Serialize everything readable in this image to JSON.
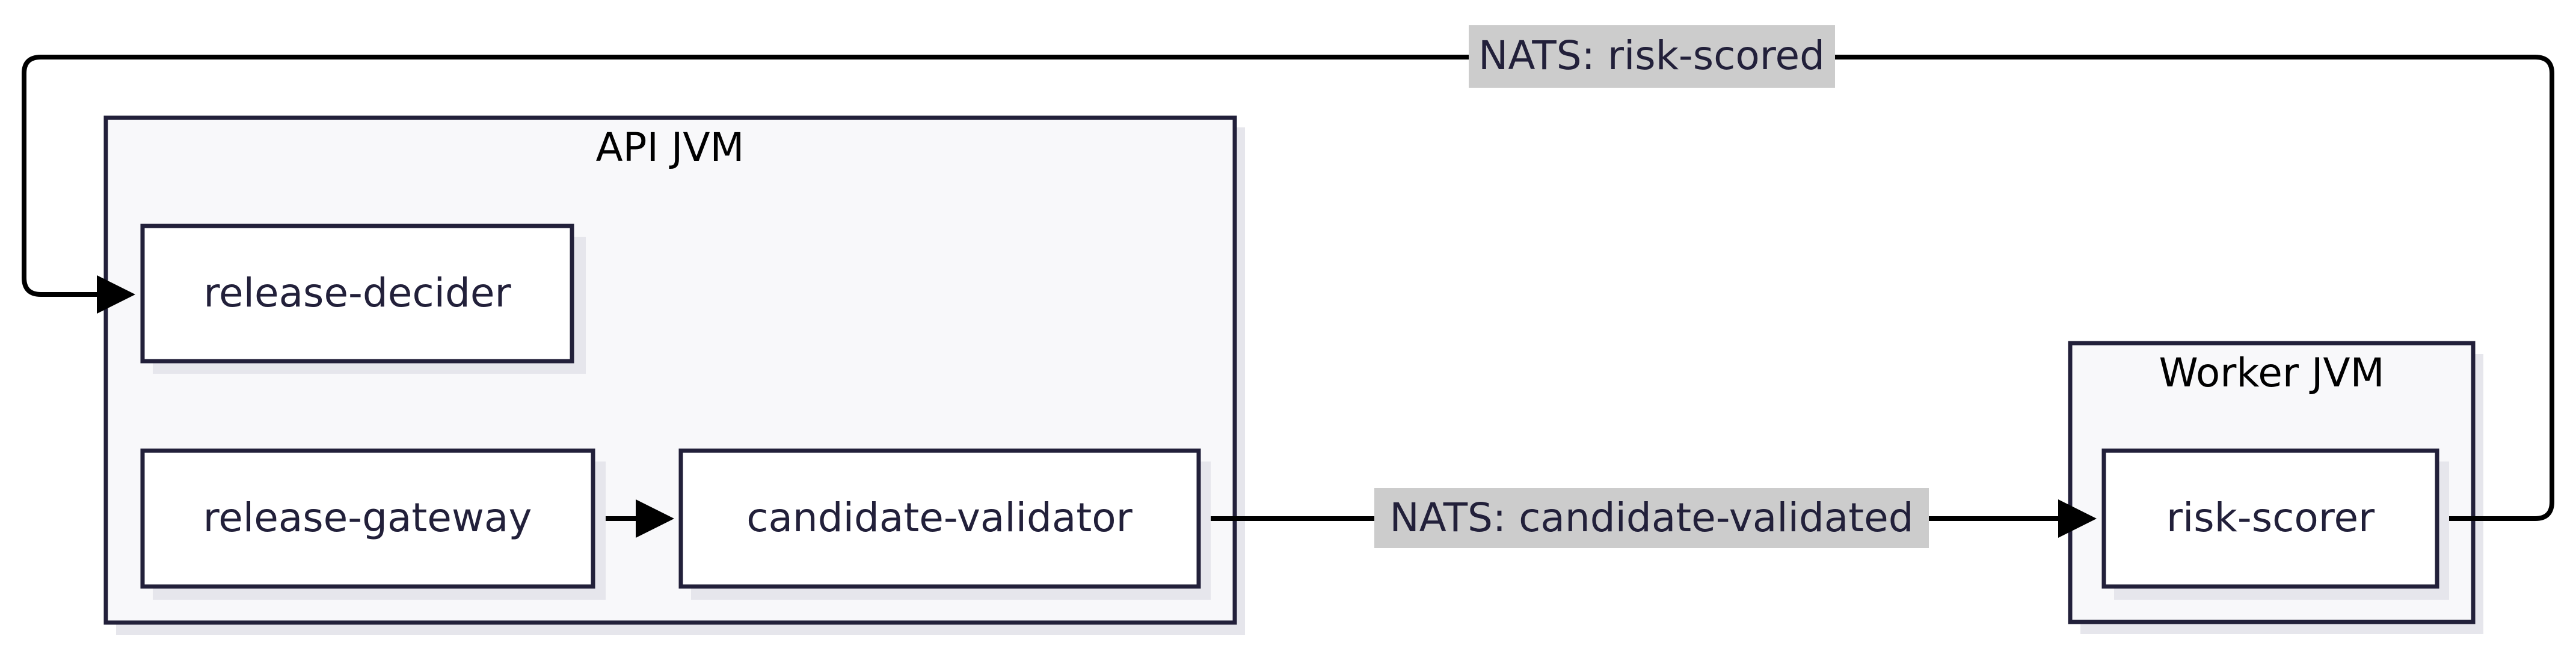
{
  "colors": {
    "node_fill": "#ffffff",
    "node_stroke": "#22203a",
    "cluster_fill": "#f8f8fa",
    "shadow": "#e6e6ec",
    "edge": "#000000",
    "edge_label_bg": "#cccccc",
    "text": "#22203a"
  },
  "clusters": [
    {
      "id": "api-jvm",
      "title": "API JVM"
    },
    {
      "id": "worker-jvm",
      "title": "Worker JVM"
    }
  ],
  "nodes": [
    {
      "id": "release-decider",
      "label": "release-decider",
      "cluster": "api-jvm"
    },
    {
      "id": "release-gateway",
      "label": "release-gateway",
      "cluster": "api-jvm"
    },
    {
      "id": "candidate-validator",
      "label": "candidate-validator",
      "cluster": "api-jvm"
    },
    {
      "id": "risk-scorer",
      "label": "risk-scorer",
      "cluster": "worker-jvm"
    }
  ],
  "edges": [
    {
      "from": "release-gateway",
      "to": "candidate-validator",
      "label": ""
    },
    {
      "from": "candidate-validator",
      "to": "risk-scorer",
      "label": "NATS: candidate-validated"
    },
    {
      "from": "risk-scorer",
      "to": "release-decider",
      "label": "NATS: risk-scored"
    }
  ]
}
